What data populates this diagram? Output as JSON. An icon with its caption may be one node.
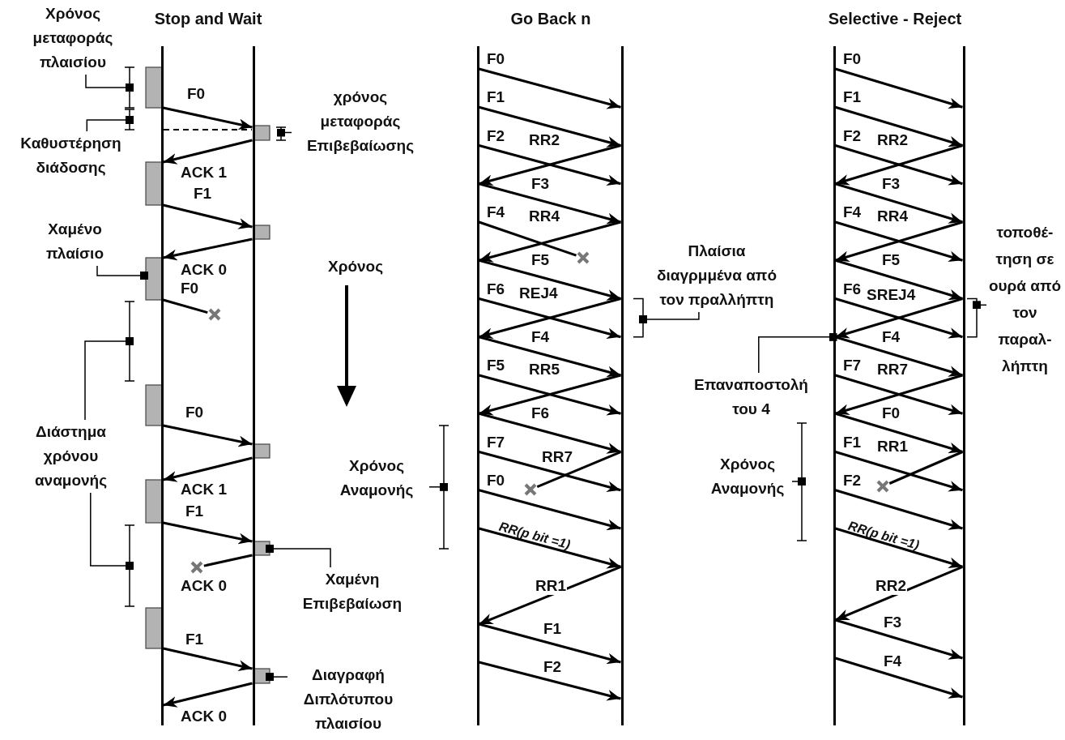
{
  "diagram": {
    "nodes": [
      {
        "text": [],
        "shape": "bar"
      },
      {
        "text": [],
        "shape": "bar"
      },
      {
        "text": [],
        "shape": "bar"
      },
      {
        "text": [],
        "shape": "bar"
      },
      {
        "text": [],
        "shape": "bar"
      },
      {
        "text": [],
        "shape": "bar"
      },
      {
        "text": [
          "Χρόνος μεταφοράς πλαισίου"
        ]
      },
      {
        "text": [
          "Καθυστέρηση διάδοσης"
        ]
      },
      {
        "text": [
          "χρόνος μεταφοράς Επιβεβαίωσης"
        ]
      },
      {
        "text": [
          "Χαμένο πλαίσιο"
        ]
      },
      {
        "text": [
          "Διάστημα χρόνου αναμονής"
        ]
      },
      {
        "text": [
          "Χαμένη Επιβεβαίωση"
        ]
      },
      {
        "text": [
          "Διαγραφή Διπλότυπου πλαισίου"
        ]
      },
      {
        "text": [
          "Χρόνος Αναμονής"
        ]
      },
      {
        "text": [
          "Πλαίσια διαγρμμένα από τον πραλλήπτη"
        ]
      },
      {
        "text": [
          "Επαναποστολή του 4"
        ]
      },
      {
        "text": [
          "Χρόνος Αναμονής"
        ]
      },
      {
        "text": [
          "τοποθέ- τηση σε ουρά από τον παραλ- λήπτη"
        ]
      },
      {
        "text": [],
        "shape": "cross"
      },
      {
        "text": [],
        "shape": "cross"
      },
      {
        "text": [],
        "shape": "cross"
      },
      {
        "text": [],
        "shape": "cross"
      },
      {
        "text": [],
        "shape": "cross"
      }
    ],
    "edges": [
      {
        "from": 0,
        "to": 1,
        "arrow": "to",
        "label": "F0"
      },
      {
        "from": 1,
        "to": 0,
        "arrow": "to",
        "label": "ACK 1"
      },
      {
        "from": 0,
        "to": 1,
        "arrow": "to",
        "label": "F1"
      },
      {
        "from": 1,
        "to": 0,
        "arrow": "to",
        "label": "ACK 0"
      },
      {
        "from": 0,
        "to": 18,
        "arrow": "none",
        "label": "F0"
      },
      {
        "from": 0,
        "to": 1,
        "arrow": "to",
        "label": "F0"
      },
      {
        "from": 1,
        "to": 0,
        "arrow": "to",
        "label": "ACK 1"
      },
      {
        "from": 0,
        "to": 1,
        "arrow": "to",
        "label": "F1"
      },
      {
        "from": 1,
        "to": 19,
        "arrow": "none",
        "label": "ACK 0"
      },
      {
        "from": 0,
        "to": 1,
        "arrow": "to",
        "label": "F1"
      },
      {
        "from": 1,
        "to": 0,
        "arrow": "to",
        "label": "ACK 0"
      },
      {
        "from": 2,
        "to": 3,
        "arrow": "to",
        "label": "F0"
      },
      {
        "from": 2,
        "to": 3,
        "arrow": "to",
        "label": "F1"
      },
      {
        "from": 2,
        "to": 3,
        "arrow": "to",
        "label": "F2"
      },
      {
        "from": 3,
        "to": 2,
        "arrow": "to",
        "label": "RR2"
      },
      {
        "from": 2,
        "to": 3,
        "arrow": "to",
        "label": "F3"
      },
      {
        "from": 2,
        "to": 20,
        "arrow": "none",
        "label": "F4"
      },
      {
        "from": 3,
        "to": 2,
        "arrow": "to",
        "label": "RR4"
      },
      {
        "from": 2,
        "to": 3,
        "arrow": "to",
        "label": "F5"
      },
      {
        "from": 2,
        "to": 3,
        "arrow": "to",
        "label": "F6"
      },
      {
        "from": 3,
        "to": 2,
        "arrow": "to",
        "label": "REJ4"
      },
      {
        "from": 2,
        "to": 3,
        "arrow": "to",
        "label": "F4"
      },
      {
        "from": 2,
        "to": 3,
        "arrow": "to",
        "label": "F5"
      },
      {
        "from": 3,
        "to": 2,
        "arrow": "to",
        "label": "RR5"
      },
      {
        "from": 2,
        "to": 3,
        "arrow": "to",
        "label": "F6"
      },
      {
        "from": 2,
        "to": 3,
        "arrow": "to",
        "label": "F7"
      },
      {
        "from": 3,
        "to": 21,
        "arrow": "none",
        "label": "RR7"
      },
      {
        "from": 2,
        "to": 3,
        "arrow": "to",
        "label": "F0"
      },
      {
        "from": 2,
        "to": 3,
        "arrow": "to",
        "label": "RR(p bit =1)"
      },
      {
        "from": 3,
        "to": 2,
        "arrow": "to",
        "label": "RR1"
      },
      {
        "from": 2,
        "to": 3,
        "arrow": "to",
        "label": "F1"
      },
      {
        "from": 2,
        "to": 3,
        "arrow": "to",
        "label": "F2"
      },
      {
        "from": 4,
        "to": 5,
        "arrow": "to",
        "label": "F0"
      },
      {
        "from": 4,
        "to": 5,
        "arrow": "to",
        "label": "F1"
      },
      {
        "from": 4,
        "to": 5,
        "arrow": "to",
        "label": "F2"
      },
      {
        "from": 5,
        "to": 4,
        "arrow": "to",
        "label": "RR2"
      },
      {
        "from": 4,
        "to": 5,
        "arrow": "to",
        "label": "F3"
      },
      {
        "from": 4,
        "to": 5,
        "arrow": "to",
        "label": "F4"
      },
      {
        "from": 5,
        "to": 4,
        "arrow": "to",
        "label": "RR4"
      },
      {
        "from": 4,
        "to": 5,
        "arrow": "to",
        "label": "F5"
      },
      {
        "from": 4,
        "to": 5,
        "arrow": "to",
        "label": "F6"
      },
      {
        "from": 5,
        "to": 4,
        "arrow": "to",
        "label": "SREJ4"
      },
      {
        "from": 4,
        "to": 5,
        "arrow": "to",
        "label": "F4"
      },
      {
        "from": 4,
        "to": 5,
        "arrow": "to",
        "label": "F7"
      },
      {
        "from": 5,
        "to": 4,
        "arrow": "to",
        "label": "RR7"
      },
      {
        "from": 4,
        "to": 5,
        "arrow": "to",
        "label": "F0"
      },
      {
        "from": 4,
        "to": 5,
        "arrow": "to",
        "label": "F1"
      },
      {
        "from": 5,
        "to": 22,
        "arrow": "none",
        "label": "RR1"
      },
      {
        "from": 4,
        "to": 5,
        "arrow": "to",
        "label": "F2"
      },
      {
        "from": 4,
        "to": 5,
        "arrow": "to",
        "label": "RR(p bit =1)"
      },
      {
        "from": 5,
        "to": 4,
        "arrow": "to",
        "label": "RR2"
      },
      {
        "from": 4,
        "to": 5,
        "arrow": "to",
        "label": "F3"
      },
      {
        "from": 4,
        "to": 5,
        "arrow": "to",
        "label": "F4"
      },
      {
        "from": 6,
        "to": 0,
        "arrow": "other"
      },
      {
        "from": 7,
        "to": null,
        "arrow": "other"
      },
      {
        "from": 8,
        "to": null,
        "arrow": "other"
      },
      {
        "from": 9,
        "to": 0,
        "arrow": "other"
      },
      {
        "from": 10,
        "to": null,
        "arrow": "other"
      },
      {
        "from": 10,
        "to": null,
        "arrow": "other"
      },
      {
        "from": 11,
        "to": 1,
        "arrow": "other"
      },
      {
        "from": 12,
        "to": 1,
        "arrow": "other"
      },
      {
        "from": 13,
        "to": null,
        "arrow": "other"
      },
      {
        "from": 14,
        "to": null,
        "arrow": "other"
      },
      {
        "from": 15,
        "to": 4,
        "arrow": "other"
      },
      {
        "from": 16,
        "to": null,
        "arrow": "other"
      },
      {
        "from": 17,
        "to": null,
        "arrow": "other"
      }
    ],
    "labels": [
      "Stop and Wait",
      "Go Back n",
      "Selective - Reject",
      "Χρόνος"
    ]
  }
}
